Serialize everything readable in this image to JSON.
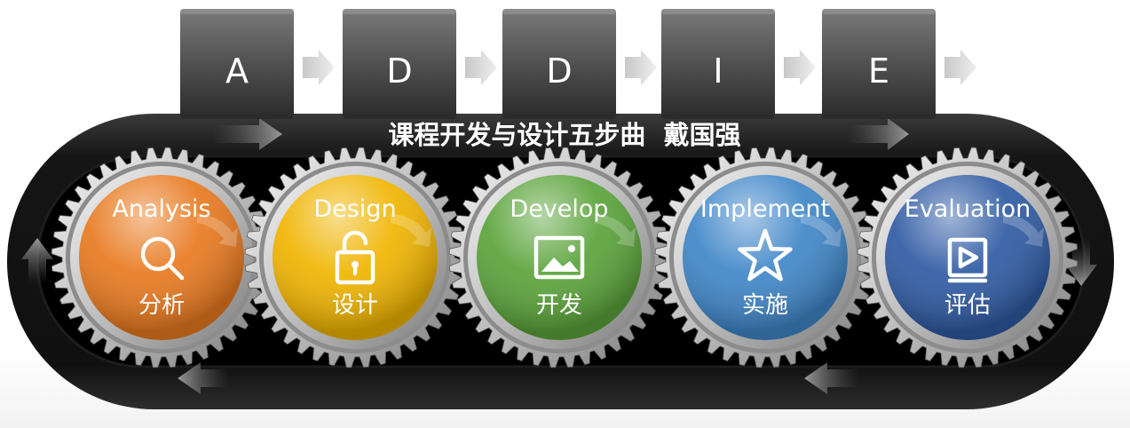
{
  "title": "课程开发与设计五步曲  戴国强",
  "steps": [
    {
      "letter": "A",
      "en": "Analysis",
      "zh": "分析",
      "icon": "magnifier-icon",
      "color": "#e8791f"
    },
    {
      "letter": "D",
      "en": "Design",
      "zh": "设计",
      "icon": "padlock-icon",
      "color": "#f0b400"
    },
    {
      "letter": "D",
      "en": "Develop",
      "zh": "开发",
      "icon": "picture-icon",
      "color": "#5aa33a"
    },
    {
      "letter": "I",
      "en": "Implement",
      "zh": "实施",
      "icon": "star-icon",
      "color": "#3f86c8"
    },
    {
      "letter": "E",
      "en": "Evaluation",
      "zh": "评估",
      "icon": "play-box-icon",
      "color": "#2f5aa3"
    }
  ]
}
